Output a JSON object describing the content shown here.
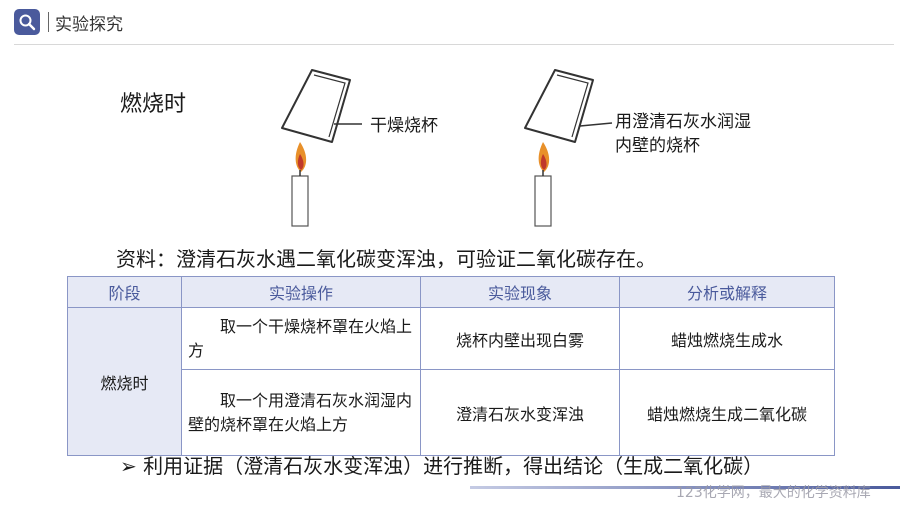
{
  "header": {
    "title": "实验探究",
    "icon": "search-icon"
  },
  "figure": {
    "burn_label": "燃烧时",
    "left_beaker_label": "干燥烧杯",
    "right_beaker_label_line1": "用澄清石灰水润湿",
    "right_beaker_label_line2": "内壁的烧杯"
  },
  "note": "资料：澄清石灰水遇二氧化碳变浑浊，可验证二氧化碳存在。",
  "table": {
    "headers": [
      "阶段",
      "实验操作",
      "实验现象",
      "分析或解释"
    ],
    "stage": "燃烧时",
    "rows": [
      {
        "operation": "取一个干燥烧杯罩在火焰上方",
        "phenomenon": "烧杯内壁出现白雾",
        "explanation": "蜡烛燃烧生成水"
      },
      {
        "operation": "取一个用澄清石灰水润湿内壁的烧杯罩在火焰上方",
        "phenomenon": "澄清石灰水变浑浊",
        "explanation": "蜡烛燃烧生成二氧化碳"
      }
    ]
  },
  "conclusion": "➢ 利用证据（澄清石灰水变浑浊）进行推断，得出结论（生成二氧化碳）",
  "watermark": "123化学网，最大的化学资料库",
  "colors": {
    "accent": "#4a5a9c",
    "table_header_bg": "#e6e9f5",
    "flame_outer": "#e8902a",
    "flame_inner": "#c0392b"
  }
}
